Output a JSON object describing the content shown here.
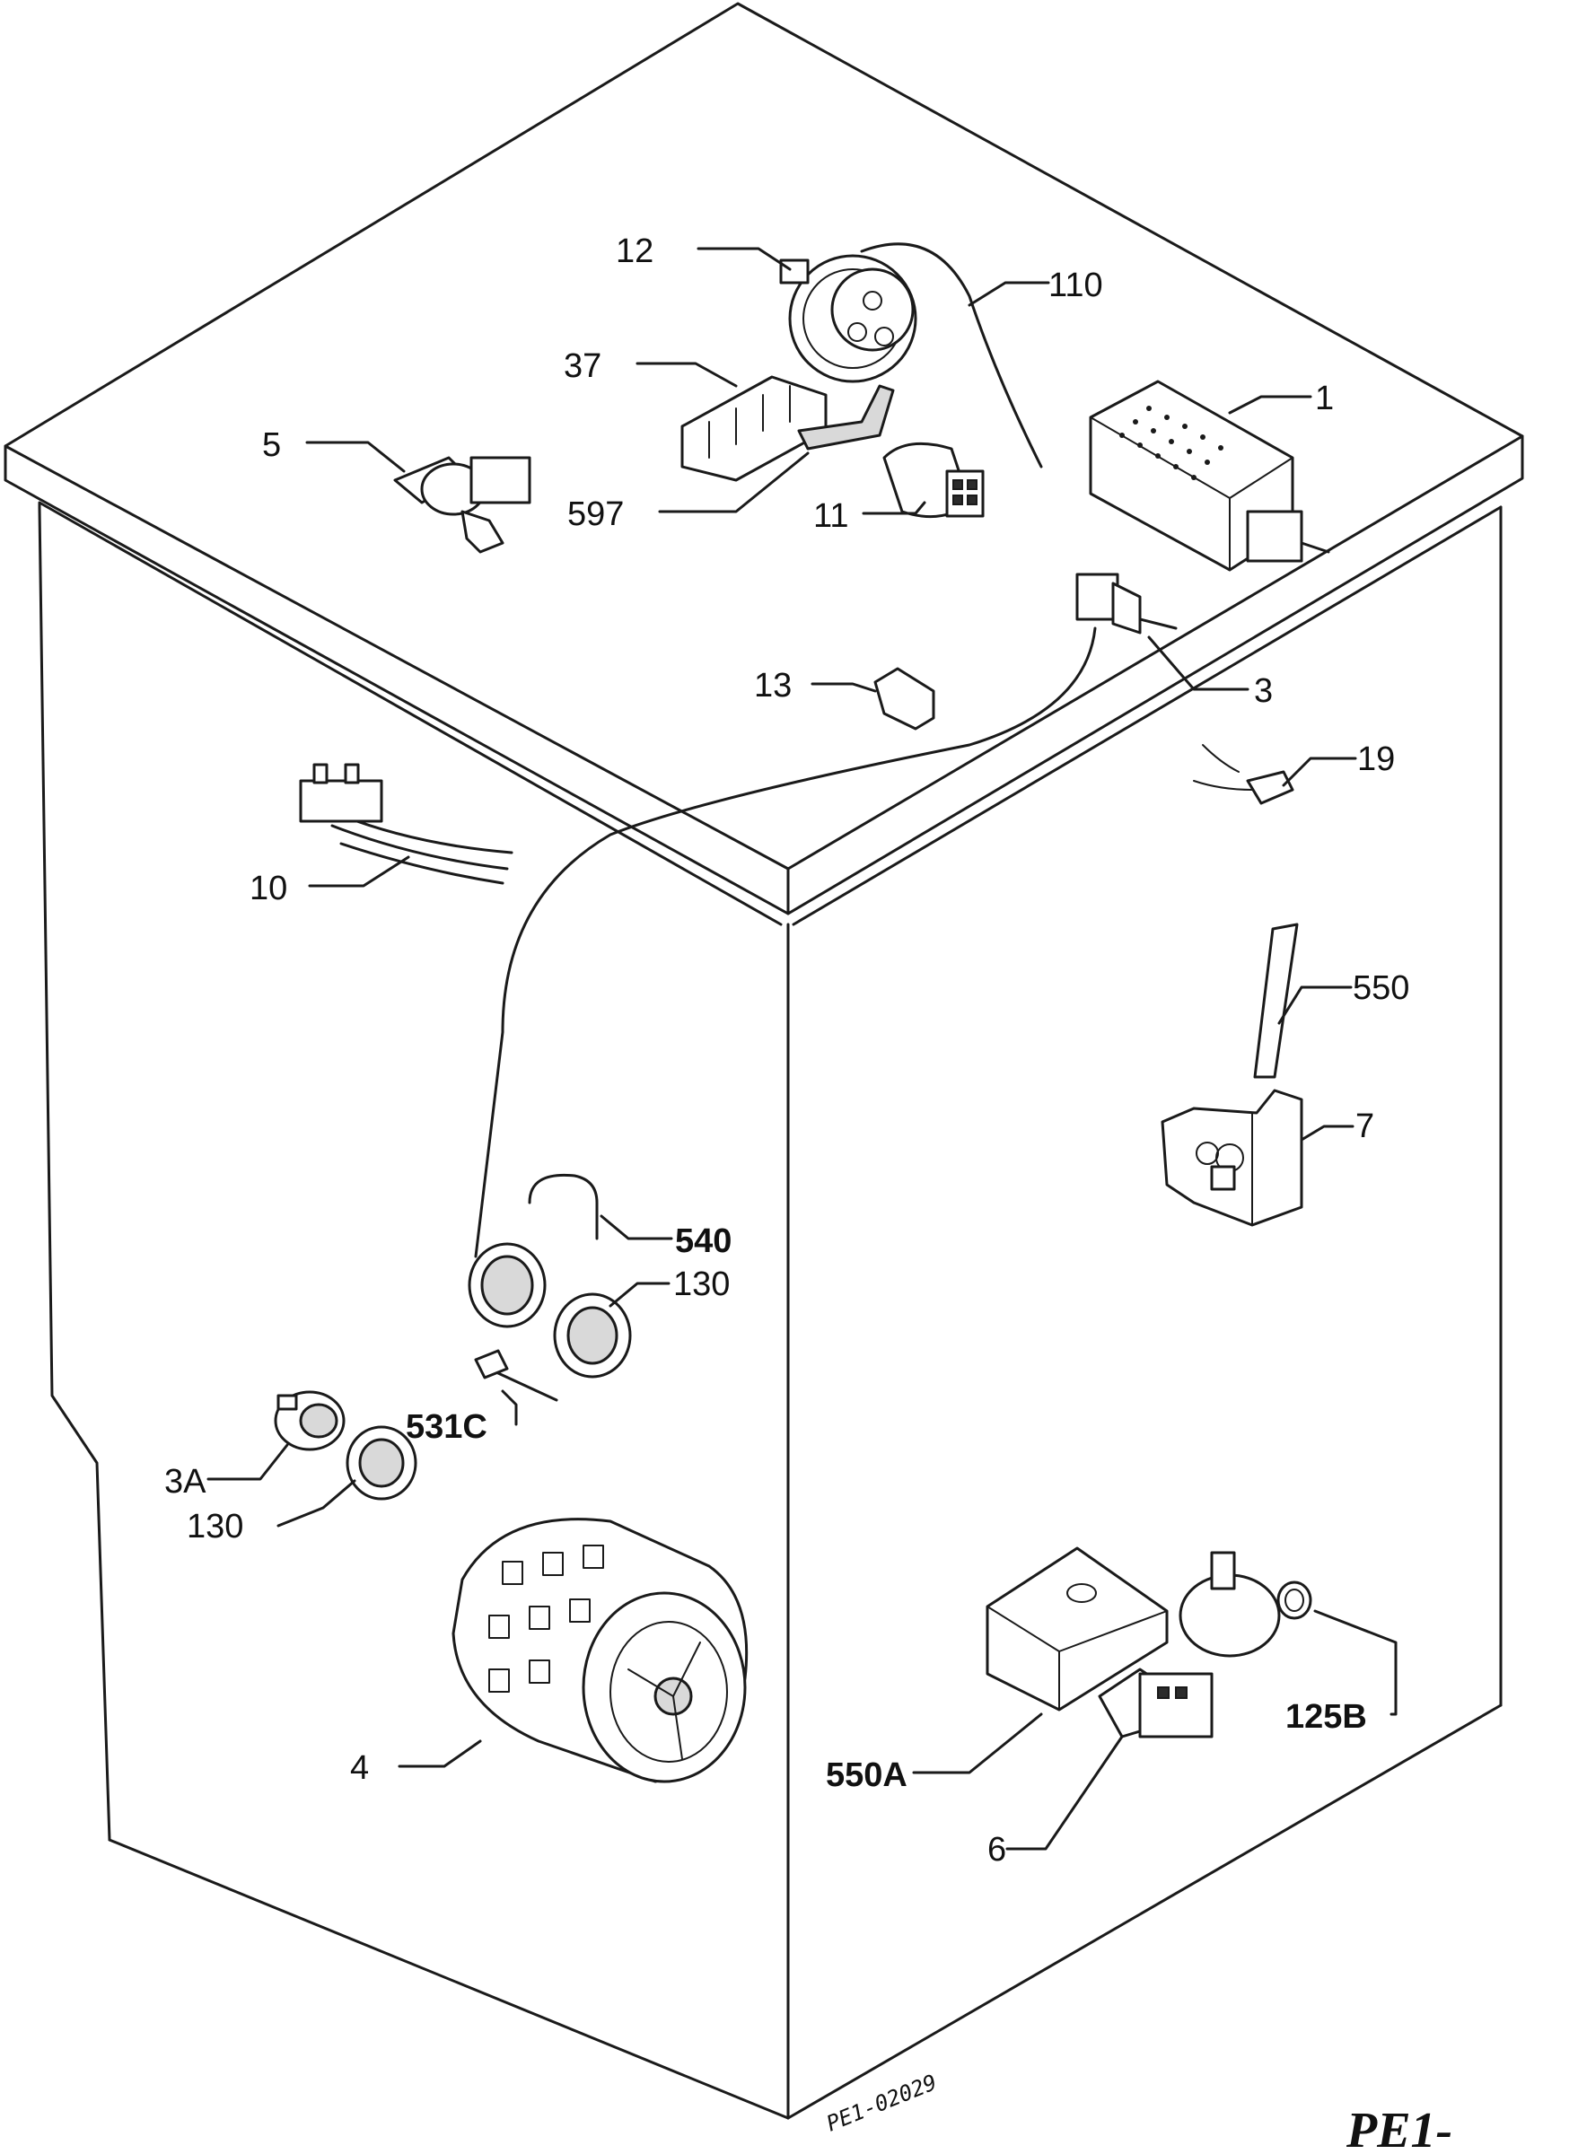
{
  "parts": [
    {
      "id": "p12",
      "label": "12",
      "bold": false
    },
    {
      "id": "p110",
      "label": "110",
      "bold": false
    },
    {
      "id": "p37",
      "label": "37",
      "bold": false
    },
    {
      "id": "p1",
      "label": "1",
      "bold": false
    },
    {
      "id": "p5",
      "label": "5",
      "bold": false
    },
    {
      "id": "p597",
      "label": "597",
      "bold": false
    },
    {
      "id": "p11",
      "label": "11",
      "bold": false
    },
    {
      "id": "p13",
      "label": "13",
      "bold": false
    },
    {
      "id": "p3",
      "label": "3",
      "bold": false
    },
    {
      "id": "p19",
      "label": "19",
      "bold": false
    },
    {
      "id": "p10",
      "label": "10",
      "bold": false
    },
    {
      "id": "p550",
      "label": "550",
      "bold": false
    },
    {
      "id": "p7",
      "label": "7",
      "bold": false
    },
    {
      "id": "p540",
      "label": "540",
      "bold": true
    },
    {
      "id": "p130a",
      "label": "130",
      "bold": false
    },
    {
      "id": "p531c",
      "label": "531C",
      "bold": true
    },
    {
      "id": "p3a",
      "label": "3A",
      "bold": false
    },
    {
      "id": "p130b",
      "label": "130",
      "bold": false
    },
    {
      "id": "p4",
      "label": "4",
      "bold": false
    },
    {
      "id": "p125b",
      "label": "125B",
      "bold": true
    },
    {
      "id": "p550a",
      "label": "550A",
      "bold": true
    },
    {
      "id": "p6",
      "label": "6",
      "bold": false
    }
  ],
  "drawing_code": "PE1-02029",
  "page_code": "PE1-"
}
